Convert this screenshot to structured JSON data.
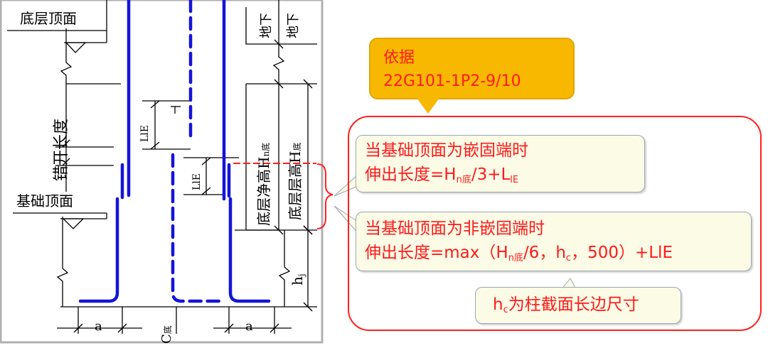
{
  "drawing": {
    "labels": {
      "floor_top": "底层顶面",
      "staggered_length": "错开长度",
      "foundation_top": "基础顶面",
      "lle_upper": "LlE",
      "lle_lower": "LlE",
      "underground_1": "地下",
      "underground_2": "地下",
      "clear_height": "底层净高H",
      "clear_height_sub": "n底",
      "floor_height": "底层层高H",
      "floor_height_sub": "底",
      "hj": "h",
      "hj_sub": "j",
      "a_left": "a",
      "a_right": "a",
      "c_bottom": "C",
      "c_bottom_sub": "底"
    },
    "colors": {
      "rebar": "#1414d8",
      "line": "#000000",
      "highlight": "#ff2020"
    }
  },
  "source_note": {
    "line1": "依据",
    "line2": "22G101-1P2-9/10",
    "bg": "#f9b800",
    "text_color": "#ff1a1a"
  },
  "case_fixed": {
    "line1": "当基础顶面为嵌固端时",
    "prefix": "伸出长度=H",
    "sub": "n底",
    "middle": "/3+L",
    "sub2": "lE"
  },
  "case_not_fixed": {
    "line1": "当基础顶面为非嵌固端时",
    "prefix": "伸出长度=max（H",
    "sub": "n底",
    "middle": "/6，h",
    "sub2": "c",
    "suffix": "，500）+LlE"
  },
  "hc_note": {
    "prefix": "h",
    "sub": "c",
    "suffix": "为柱截面长边尺寸"
  }
}
